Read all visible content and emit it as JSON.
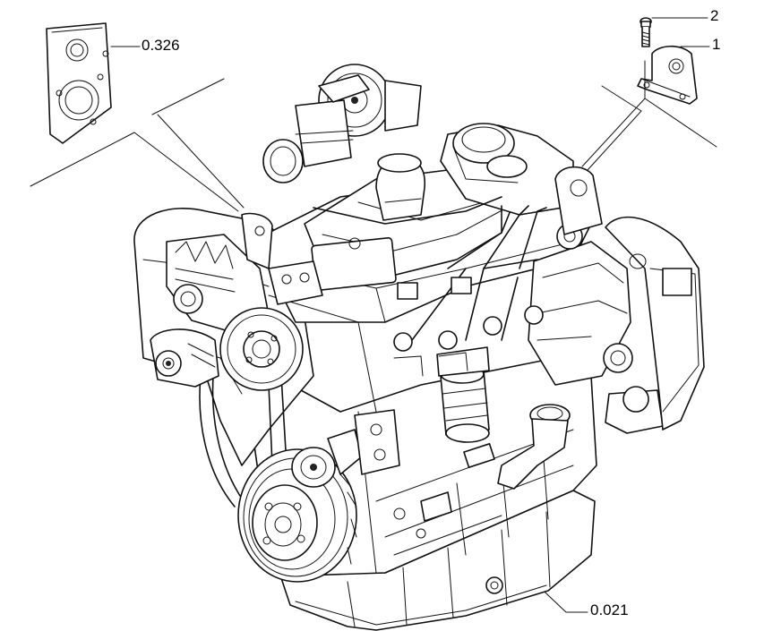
{
  "callouts": [
    {
      "id": "gasket",
      "text": "0.326"
    },
    {
      "id": "bolt",
      "text": "2"
    },
    {
      "id": "bracket",
      "text": "1"
    },
    {
      "id": "engine",
      "text": "0.021"
    }
  ],
  "colors": {
    "ink": "#111111",
    "background": "#ffffff"
  }
}
